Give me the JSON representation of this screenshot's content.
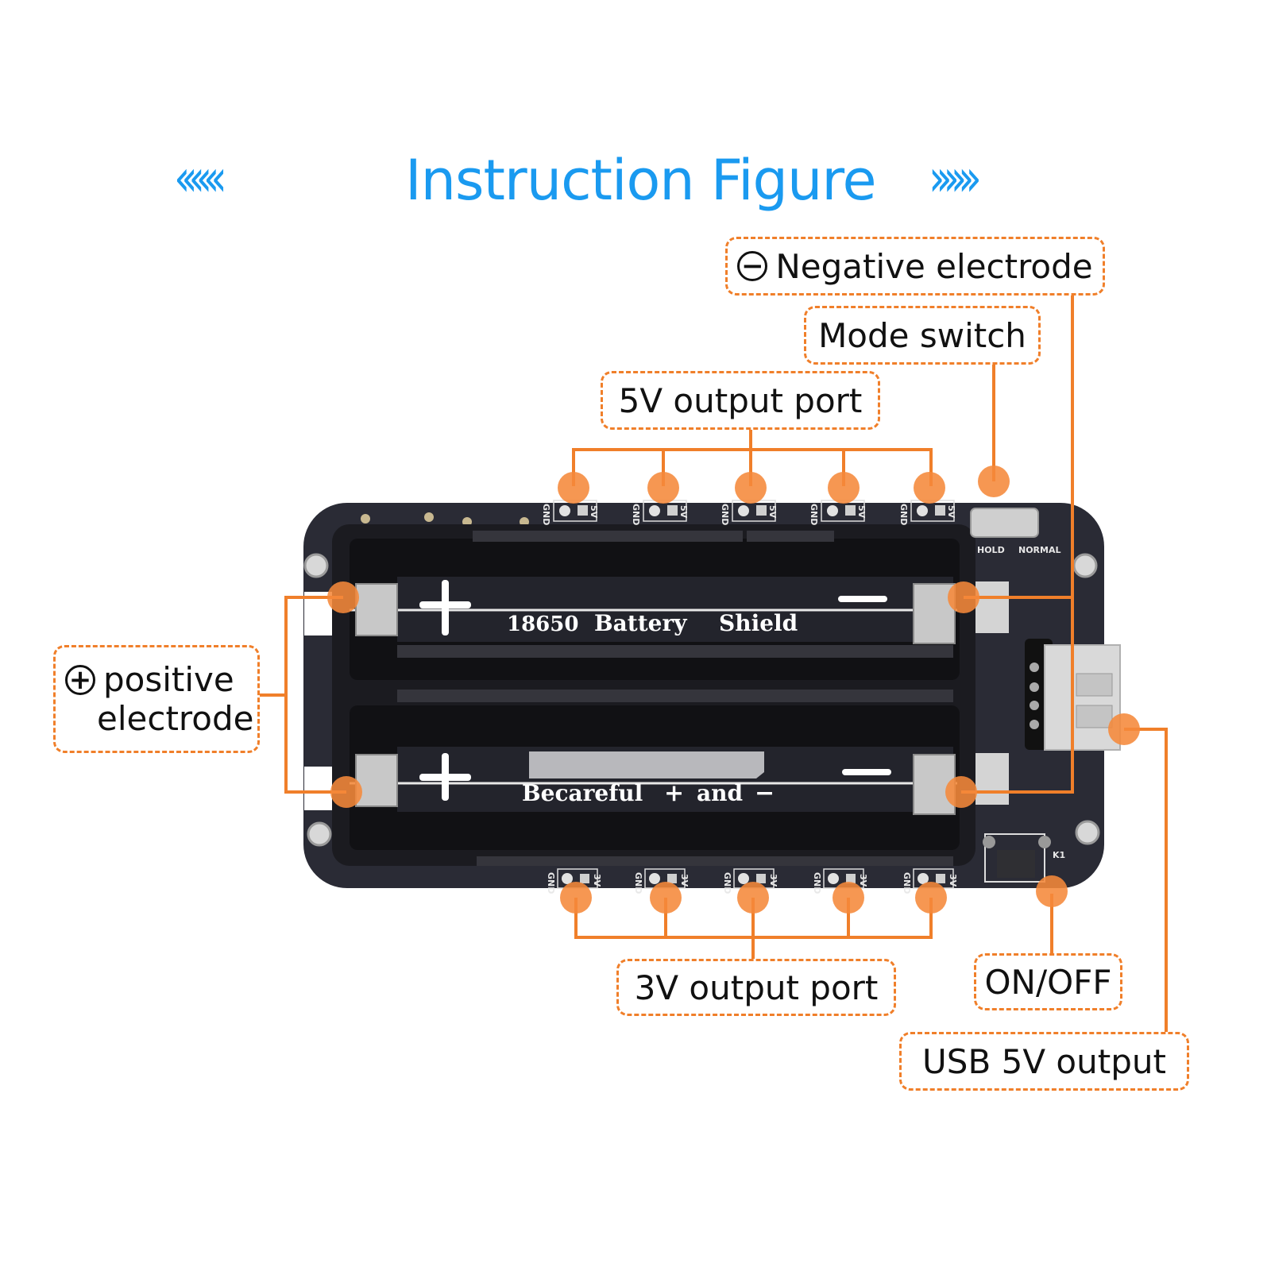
{
  "header": {
    "title": "Instruction Figure",
    "left_decoration": "‹‹‹‹‹‹",
    "right_decoration": "››››››",
    "title_color": "#1a9af0"
  },
  "callouts": {
    "negative_electrode": {
      "symbol": "−",
      "symbol_icon": "minus-circle-icon",
      "label": "Negative electrode"
    },
    "mode_switch": {
      "label": "Mode switch"
    },
    "five_v_output": {
      "label": "5V output port"
    },
    "positive_electrode": {
      "symbol": "+",
      "symbol_icon": "plus-circle-icon",
      "line1": "positive",
      "line2": "electrode"
    },
    "three_v_output": {
      "label": "3V output port"
    },
    "on_off": {
      "label": "ON/OFF"
    },
    "usb_output": {
      "label": "USB 5V output"
    }
  },
  "board": {
    "top_text_1": "18650",
    "top_text_2": "Battery",
    "top_text_3": "Shield",
    "bottom_text_1": "Becareful",
    "bottom_text_2": "+",
    "bottom_text_3": "and",
    "bottom_text_4": "−",
    "switch_labels": {
      "hold": "HOLD",
      "normal": "NORMAL"
    },
    "top_pin_labels": {
      "gnd": "GND",
      "v": "5V"
    },
    "bottom_pin_labels": {
      "gnd": "GND",
      "v": "3V"
    },
    "button_label": "K1",
    "plus_mark": "+",
    "minus_mark": "—"
  },
  "colors": {
    "accent_orange": "#f07f2a",
    "marker_orange": "#f5893a",
    "pcb": "#2a2b35",
    "holder": "#18181c"
  }
}
